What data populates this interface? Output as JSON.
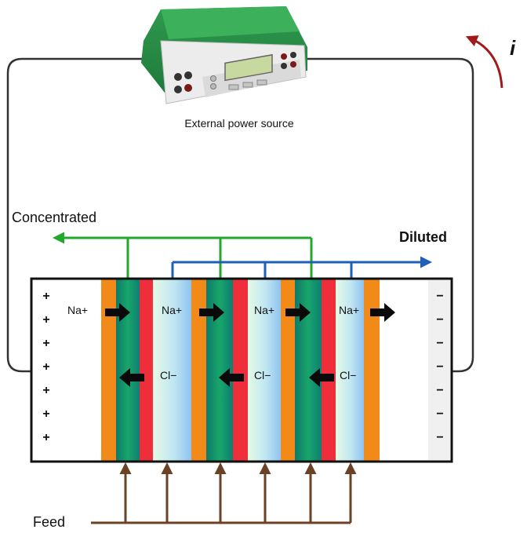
{
  "power_source": {
    "label": "External power source"
  },
  "current_symbol": "i",
  "streams": {
    "concentrated": "Concentrated",
    "diluted": "Diluted",
    "feed": "Feed"
  },
  "ions": {
    "cation": "Na+",
    "anion": "Cl−"
  },
  "electrodes": {
    "anode_sign": "+",
    "cathode_sign": "−"
  },
  "colors": {
    "concentrated_line": "#22a82a",
    "diluted_line": "#1e5fb8",
    "feed_line": "#6b4226",
    "current_arrow": "#a11a1a",
    "anion_exchange_membrane": "#f28a1a",
    "cation_exchange_membrane": "#ee2e3a",
    "concentrate_channel": "#138a5e",
    "dilute_channel": "#a9d8f2"
  }
}
